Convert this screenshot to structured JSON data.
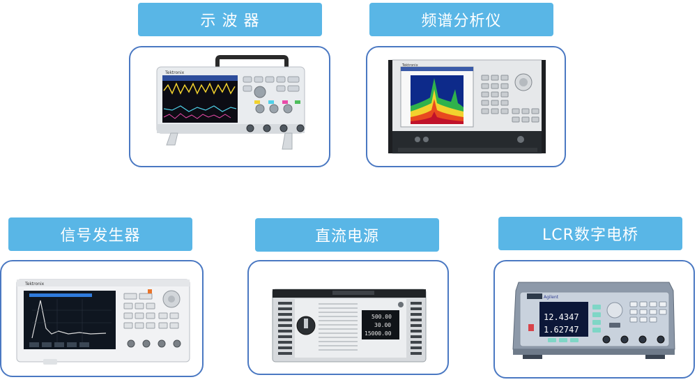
{
  "theme": {
    "label_bg": "#59b6e6",
    "card_border": "#4a78c2",
    "label_text": "#ffffff"
  },
  "instruments": [
    {
      "label": "示 波 器",
      "device_brand": "Tektronix"
    },
    {
      "label": "频谱分析仪",
      "device_brand": "Tektronix"
    },
    {
      "label": "信号发生器",
      "device_brand": "Tektronix"
    },
    {
      "label": "直流电源",
      "display_values": [
        "500.00",
        "30.00",
        "15000.00"
      ]
    },
    {
      "label": "LCR数字电桥",
      "device_brand": "Agilent",
      "display_values": [
        "12.4347",
        "1.62747"
      ]
    }
  ]
}
